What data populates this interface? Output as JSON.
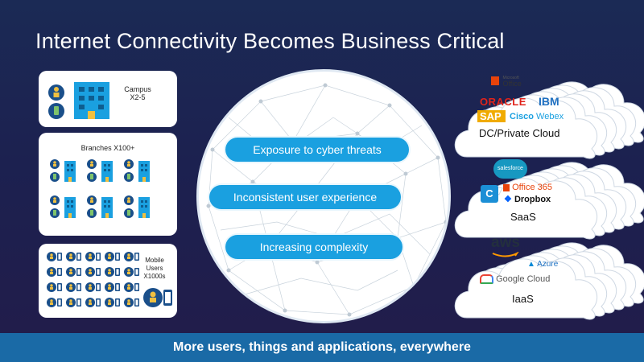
{
  "title": "Internet Connectivity Becomes Business Critical",
  "campus": {
    "line1": "Campus",
    "line2": "X2-5"
  },
  "branches": {
    "label": "Branches X100+"
  },
  "mobile": {
    "line1": "Mobile",
    "line2": "Users",
    "line3": "X1000s"
  },
  "center": {
    "pills": [
      "Exposure to cyber threats",
      "Inconsistent user experience",
      "Increasing complexity"
    ]
  },
  "clouds": {
    "dc": {
      "logos": {
        "microsoft": "Microsoft",
        "office": "Office",
        "oracle": "ORACLE",
        "ibm": "IBM",
        "sap": "SAP",
        "cisco": "Cisco",
        "webex": "Webex"
      },
      "label": "DC/Private Cloud"
    },
    "saas": {
      "logos": {
        "salesforce": "salesforce",
        "office365": "Office 365",
        "dropbox": "Dropbox"
      },
      "label": "SaaS"
    },
    "iaas": {
      "logos": {
        "aws": "aws",
        "azure": "Azure",
        "google": "Google Cloud"
      },
      "label": "IaaS"
    }
  },
  "footer": "More users, things and applications, everywhere",
  "colors": {
    "accent": "#1aa0e0",
    "footer": "#1a6aa6",
    "person": "#1a4f8a",
    "building": "#1aa0e0"
  }
}
